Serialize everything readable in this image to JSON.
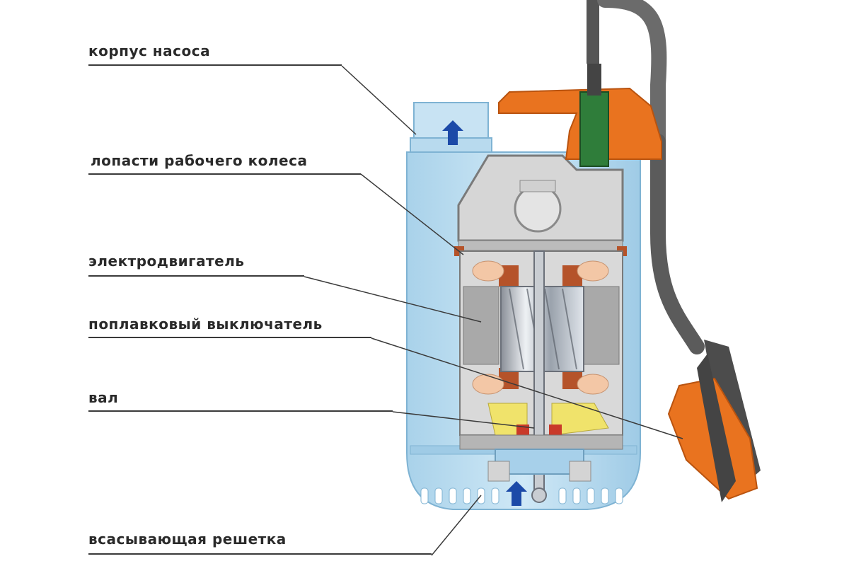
{
  "labels": {
    "pump_housing": "корпус насоса",
    "impeller_blades": "лопасти рабочего колеса",
    "electric_motor": "электродвигатель",
    "float_switch": "поплавковый выключатель",
    "shaft": "вал",
    "suction_grid": "всасывающая решетка"
  },
  "colors": {
    "housing": "#b9dbee",
    "housing_dark": "#8fbfdb",
    "motor_body": "#cfcfcf",
    "stator": "#a9a9a9",
    "copper": "#b5532a",
    "winding": "#f3c7a6",
    "handle": "#e9731f",
    "float": "#e9731f",
    "cable": "#555555",
    "seal": "#f0e36b",
    "arrow": "#1c4aa8",
    "text": "#2a2a2a"
  }
}
